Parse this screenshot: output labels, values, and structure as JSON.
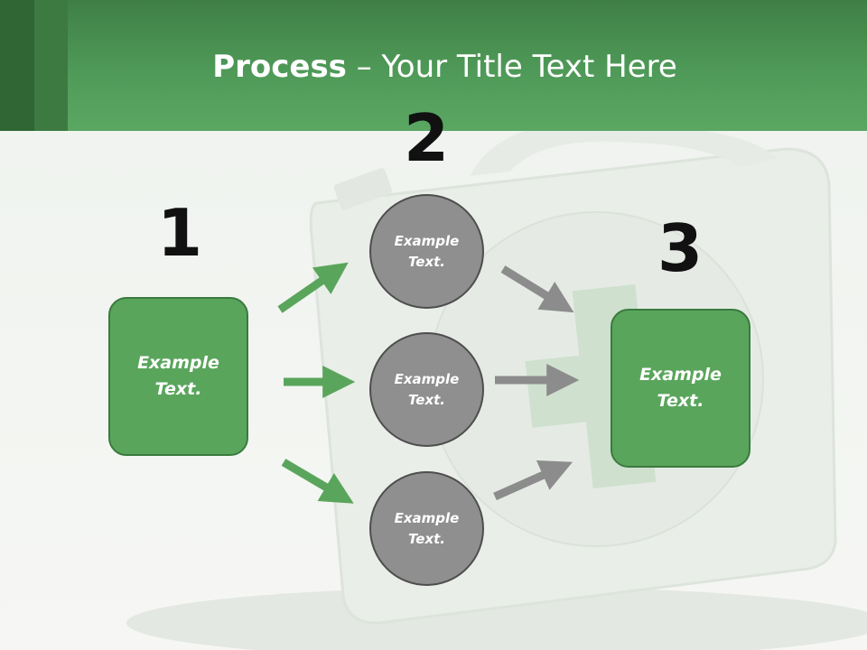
{
  "title": {
    "bold": "Process",
    "rest": " – Your Title Text Here"
  },
  "steps": {
    "step1": {
      "number": "1",
      "text": "Example Text."
    },
    "step2": {
      "number": "2",
      "text": "Example Text."
    },
    "step3": {
      "number": "3",
      "text": "Example Text."
    }
  },
  "circles": [
    {
      "text": "Example Text."
    },
    {
      "text": "Example Text."
    },
    {
      "text": "Example Text."
    }
  ],
  "colors": {
    "header_green": "#4f9a58",
    "box_green": "#5aa55c",
    "arrow_green": "#5aa55c",
    "circle_gray": "#8f8f8f",
    "arrow_gray": "#8c8c8c"
  }
}
